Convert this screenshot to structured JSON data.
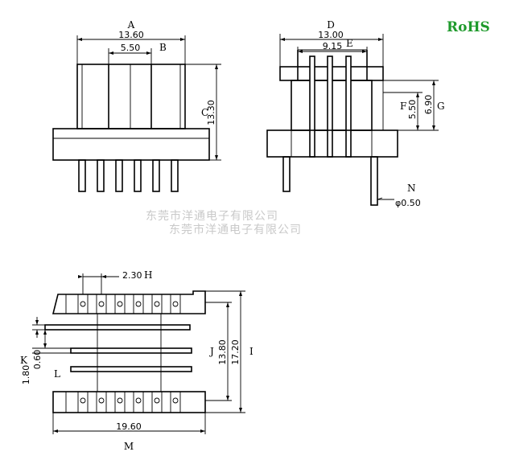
{
  "badge": {
    "rohs": "RoHS"
  },
  "watermark": {
    "line1": "东莞市洋通电子有限公司",
    "line2": "东莞市洋通电子有限公司"
  },
  "front_view": {
    "letters": {
      "A": "A",
      "B": "B",
      "C": "C"
    },
    "dims": {
      "width": "13.60",
      "core": "5.50",
      "height": "13.30"
    }
  },
  "side_view": {
    "letters": {
      "D": "D",
      "E": "E",
      "F": "F",
      "G": "G",
      "N": "N"
    },
    "dims": {
      "width": "13.00",
      "inner": "9.15",
      "f": "5.50",
      "g": "6.90",
      "pin": "φ0.50"
    }
  },
  "bottom_view": {
    "letters": {
      "H": "H",
      "I": "I",
      "J": "J",
      "K": "K",
      "L": "L",
      "M": "M"
    },
    "dims": {
      "pitch": "2.30",
      "outer": "17.20",
      "inner": "13.80",
      "k": "0.60",
      "l": "1.80",
      "width": "19.60"
    }
  }
}
